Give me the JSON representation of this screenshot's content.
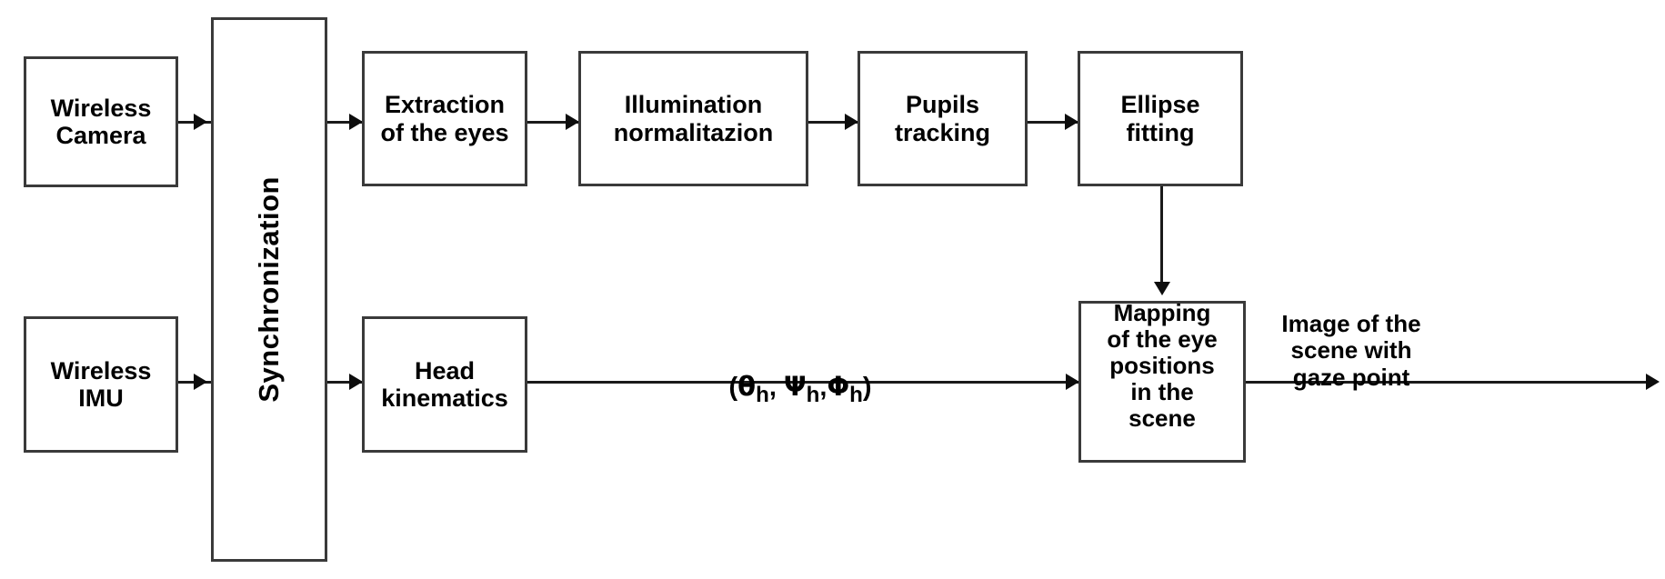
{
  "diagram": {
    "title": "Wearable eye-tracking processing pipeline",
    "type": "block-flow-diagram",
    "colors": {
      "box_border": "#3a3a3a",
      "line": "#1a1a1a",
      "background": "#ffffff",
      "text": "#000000"
    },
    "nodes": {
      "wireless_camera": "Wireless\nCamera",
      "wireless_imu": "Wireless\nIMU",
      "synchronization": "Synchronization",
      "extraction_of_the_eyes": "Extraction\nof the eyes",
      "illumination_normalitazion": "Illumination\nnormalitazion",
      "pupils_tracking": "Pupils\ntracking",
      "ellipse_fitting": "Ellipse\nfitting",
      "head_kinematics": "Head\nkinematics",
      "mapping_of_the_eye_positions": "Mapping\nof the eye\npositions\nin the\nscene"
    },
    "labels": {
      "head_angles": "(θh, Ψh,Φh)",
      "output": "Image of the\nscene with\ngaze point"
    },
    "edges": [
      {
        "from": "wireless_camera",
        "to": "synchronization",
        "direction": "right"
      },
      {
        "from": "wireless_imu",
        "to": "synchronization",
        "direction": "right"
      },
      {
        "from": "synchronization",
        "to": "extraction_of_the_eyes",
        "direction": "right"
      },
      {
        "from": "extraction_of_the_eyes",
        "to": "illumination_normalitazion",
        "direction": "right"
      },
      {
        "from": "illumination_normalitazion",
        "to": "pupils_tracking",
        "direction": "right"
      },
      {
        "from": "pupils_tracking",
        "to": "ellipse_fitting",
        "direction": "right"
      },
      {
        "from": "ellipse_fitting",
        "to": "mapping_of_the_eye_positions",
        "direction": "down"
      },
      {
        "from": "synchronization",
        "to": "head_kinematics",
        "direction": "right"
      },
      {
        "from": "head_kinematics",
        "to": "mapping_of_the_eye_positions",
        "direction": "right",
        "label": "(θh, Ψh,Φh)"
      },
      {
        "from": "mapping_of_the_eye_positions",
        "to": "output",
        "direction": "right",
        "label": "Image of the scene with gaze point"
      }
    ]
  }
}
